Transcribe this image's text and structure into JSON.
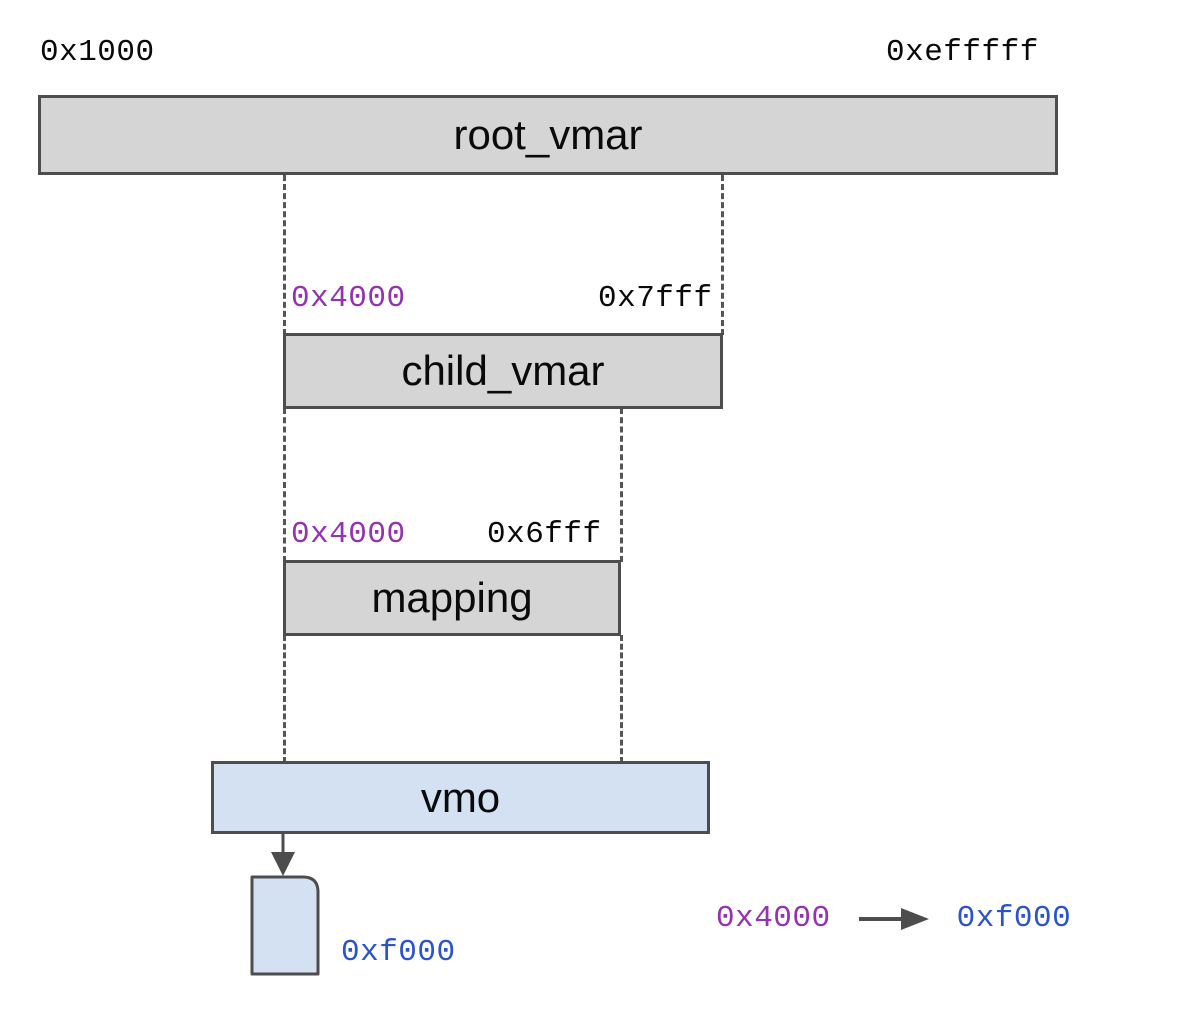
{
  "diagram": {
    "title": "vmar-vmo-mapping-diagram",
    "colors": {
      "gray_fill": "#d5d5d5",
      "blue_fill": "#d4e1f2",
      "stroke": "#4d4d4d",
      "purple_text": "#9333b0",
      "blue_text": "#2b54c9",
      "black_text": "#0a0a0a"
    },
    "top_labels": {
      "start": "0x1000",
      "end": "0xefffff"
    },
    "boxes": [
      {
        "id": "root-vmar",
        "label": "root_vmar",
        "fill": "gray"
      },
      {
        "id": "child-vmar",
        "label": "child_vmar",
        "fill": "gray"
      },
      {
        "id": "mapping",
        "label": "mapping",
        "fill": "gray"
      },
      {
        "id": "vmo",
        "label": "vmo",
        "fill": "blue"
      }
    ],
    "child_vmar_range": {
      "start": "0x4000",
      "end": "0x7fff"
    },
    "mapping_range": {
      "start": "0x4000",
      "end": "0x6fff"
    },
    "page": {
      "label": "0xf000"
    },
    "legend": {
      "from": "0x4000",
      "arrow": "arrow-right-icon",
      "to": "0xf000"
    }
  }
}
